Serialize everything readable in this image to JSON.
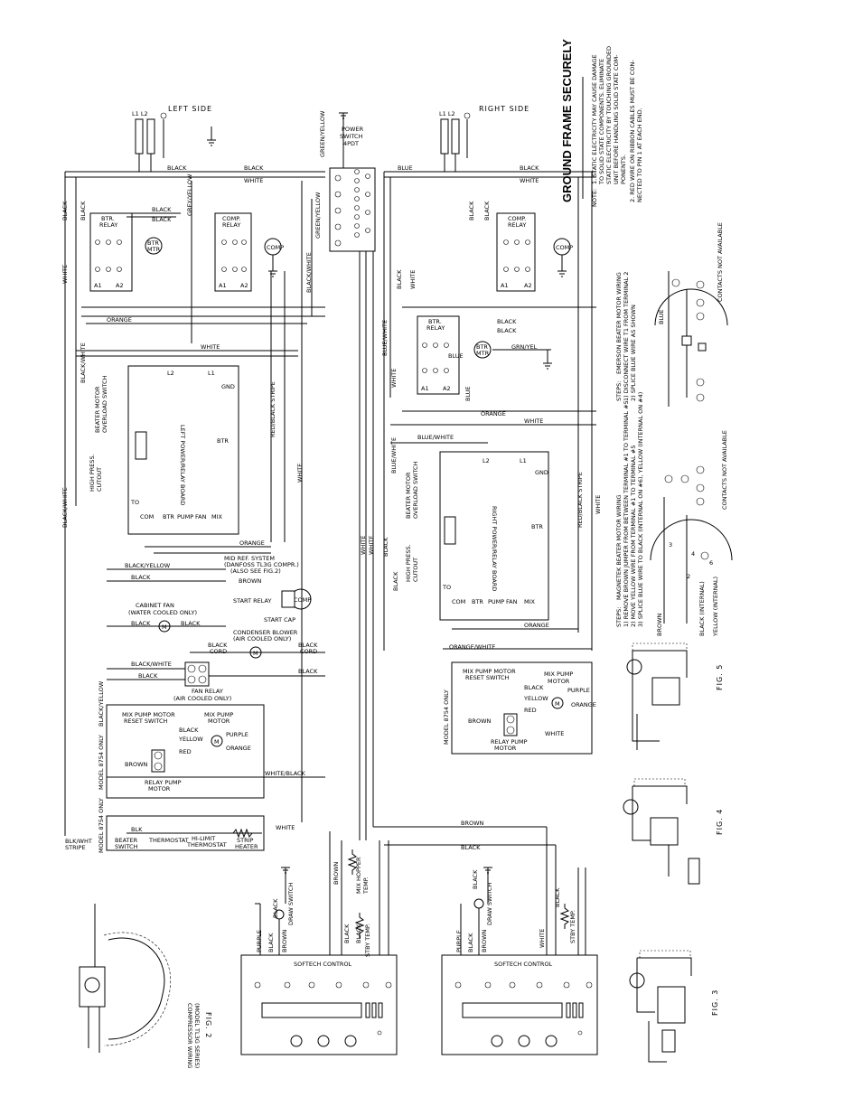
{
  "left": {
    "side_label": "LEFT SIDE",
    "lines": "L1 L2",
    "power_switch": [
      "POWER",
      "SWITCH",
      "4PDT"
    ],
    "btr_relay": [
      "BTR.",
      "RELAY"
    ],
    "comp_relay": [
      "COMP.",
      "RELAY"
    ],
    "btr_mtr": "BTR. MTR.",
    "comp": "COMP",
    "board": "LEFT POWER/RELAY BOARD",
    "board_terms": [
      "COM",
      "BTR",
      "PUMP",
      "FAN",
      "MIX"
    ],
    "overload": [
      "BEATER MOTOR",
      "OVERLOAD SWITCH"
    ],
    "high_press": [
      "HIGH PRESS.",
      "CUTOUT"
    ],
    "refsys": [
      "MID REF. SYSTEM",
      "(DANFOSS TL3G COMPR.)",
      "(ALSO SEE FIG.2)"
    ],
    "start_relay": "START RELAY",
    "start_cap": "START CAP",
    "cabinet_fan": [
      "CABINET FAN",
      "(WATER COOLED ONLY)"
    ],
    "condenser": [
      "CONDENSER BLOWER",
      "(AIR COOLED ONLY)"
    ],
    "fan_relay": [
      "FAN RELAY",
      "(AIR COOLED ONLY)"
    ],
    "mix_pump": [
      "MIX PUMP MOTOR",
      "RESET SWITCH"
    ],
    "mix_pump_motor": [
      "MIX PUMP",
      "MOTOR"
    ],
    "relay_pump": [
      "RELAY PUMP",
      "MOTOR"
    ],
    "model_8754": "MODEL 8754 ONLY",
    "heater": [
      "BEATER",
      "SWITCH"
    ],
    "thermostat": "THERMOSTAT",
    "hilimit": [
      "HI-LIMIT",
      "THERMOSTAT"
    ],
    "strip_heater": [
      "STRIP",
      "HEATER"
    ],
    "model_8754b": "MODEL 8754 ONLY",
    "draw_switch": "DRAW SWITCH",
    "mix_hopper": [
      "MIX HOPPER",
      "TEMP."
    ],
    "stby_temp": "STBY TEMP.",
    "softech": "SOFTECH CONTROL"
  },
  "right": {
    "side_label": "RIGHT SIDE",
    "lines": "L1 L2",
    "btr_relay": [
      "BTR.",
      "RELAY"
    ],
    "comp_relay": [
      "COMP.",
      "RELAY"
    ],
    "btr_mtr": "BTR. MTR.",
    "comp": "COMP",
    "board": "RIGHT POWER/RELAY BOARD",
    "board_terms": [
      "COM",
      "BTR",
      "PUMP",
      "FAN",
      "MIX"
    ],
    "overload": [
      "BEATER MOTOR",
      "OVERLOAD SWITCH"
    ],
    "high_press": [
      "HIGH PRESS.",
      "CUTOUT"
    ],
    "mix_pump": [
      "MIX PUMP MOTOR",
      "RESET SWITCH"
    ],
    "mix_pump_motor": [
      "MIX PUMP",
      "MOTOR"
    ],
    "relay_pump": [
      "RELAY PUMP",
      "MOTOR"
    ],
    "model_8754": "MODEL 8754 ONLY",
    "draw_switch": "DRAW SWITCH",
    "stby_temp": "STBY TEMP.",
    "softech": "SOFTECH CONTROL"
  },
  "wires": {
    "black": "BLACK",
    "white": "WHITE",
    "orange": "ORANGE",
    "blue": "BLUE",
    "green_yellow": "GREEN/YELLOW",
    "grey_yellow": "GREY/YELLOW",
    "black_white": "BLACK/WHITE",
    "blue_white": "BLUE/WHITE",
    "red_black_stripe": "RED/BLACK STRIPE",
    "black_yellow": "BLACK/YELLOW",
    "brown": "BROWN",
    "purple": "PURPLE",
    "yellow": "YELLOW",
    "red": "RED",
    "grn_yel": "GRN/YEL",
    "orange_white": "ORANGE/WHITE",
    "white_black": "WHITE/BLACK",
    "blk": "BLK",
    "black_white_stripe": [
      "BLK/WHT",
      "STRIPE"
    ],
    "black_cord": [
      "BLACK",
      "CORD"
    ]
  },
  "notes": {
    "title": "GROUND FRAME SECURELY",
    "label": "NOTE:",
    "items": [
      "1. STATIC ELECTRICITY MAY CAUSE DAMAGE",
      "TO SOLID STATE COMPONENTS. ELIMINATE",
      "STATIC ELECTRICITY BY TOUCHING GROUNDED",
      "UNIT BEFORE HANDLING SOLID STATE COM-",
      "PONENTS.",
      "2. RED WIRE ON RIBBON CABLES MUST BE CON-",
      "NECTED TO PIN 1 AT EACH END."
    ]
  },
  "figures": {
    "fig2": "FIG. 2",
    "fig2_caption": [
      "COMPRESSOR WIRING",
      "(MODEL TL3G SERIES)"
    ],
    "fig3": "FIG. 3",
    "fig4": "FIG. 4",
    "fig5": "FIG. 5",
    "beater_steps": "STEPS:",
    "beater_title": "EMERSON BEATER MOTOR WIRING",
    "beater_steps_list": [
      "1) DISCONNECT WIRE T1 FROM TERMINAL 2",
      "2) SPLICE BLUE WIRE AS SHOWN"
    ],
    "magnetek_steps": "STEPS:",
    "magnetek_title": "MAGNETEK BEATER MOTOR WIRING",
    "magnetek_steps_list": [
      "1) REMOVE BROWN JUMPER FROM BETWEEN TERMINAL #1 TO TERMINAL #5",
      "2) MOVE YELLOW WIRE FROM TERMINAL #1 TO TERMINAL #5",
      "3) SPLICE BLUE WIRE TO BLACK (INTERNAL ON #6), YELLOW (INTERNAL ON #4)"
    ],
    "beater_labels": [
      "BLUE",
      "BLACK (INTERNAL)",
      "YELLOW (INTERNAL)",
      "BROWN"
    ],
    "na": "CONTACTS NOT AVAILABLE"
  }
}
